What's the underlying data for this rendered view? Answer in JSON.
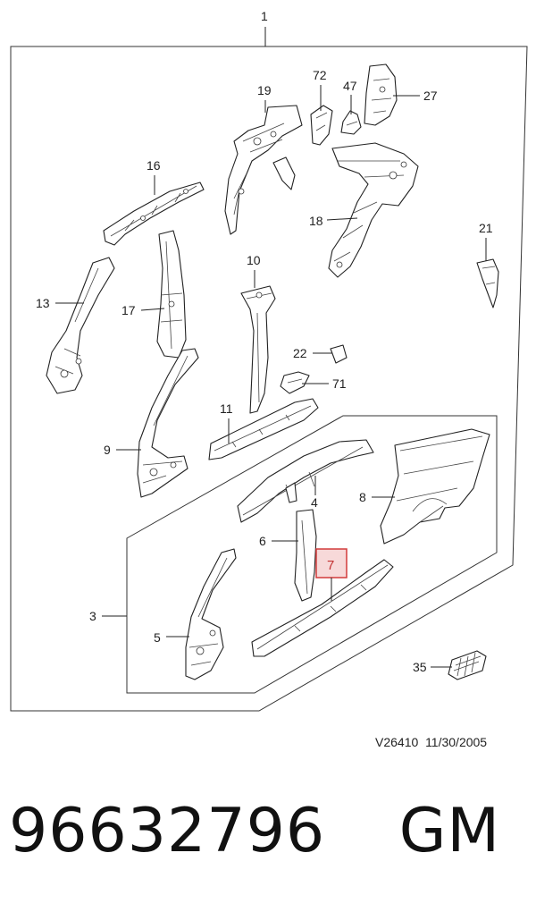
{
  "diagram": {
    "callouts": {
      "c1": "1",
      "c3": "3",
      "c4": "4",
      "c5": "5",
      "c6": "6",
      "c7": "7",
      "c8": "8",
      "c9": "9",
      "c10": "10",
      "c11": "11",
      "c13": "13",
      "c16": "16",
      "c17": "17",
      "c18": "18",
      "c19": "19",
      "c21": "21",
      "c22": "22",
      "c27": "27",
      "c35": "35",
      "c47": "47",
      "c71": "71",
      "c72": "72"
    },
    "highlighted_callout": "7",
    "highlight_color": "#d23b3b",
    "highlight_fill": "#f7d9d9"
  },
  "reference": {
    "drawing_code": "V26410",
    "date": "11/30/2005"
  },
  "footer": {
    "part_number": "96632796",
    "brand": "GM"
  }
}
